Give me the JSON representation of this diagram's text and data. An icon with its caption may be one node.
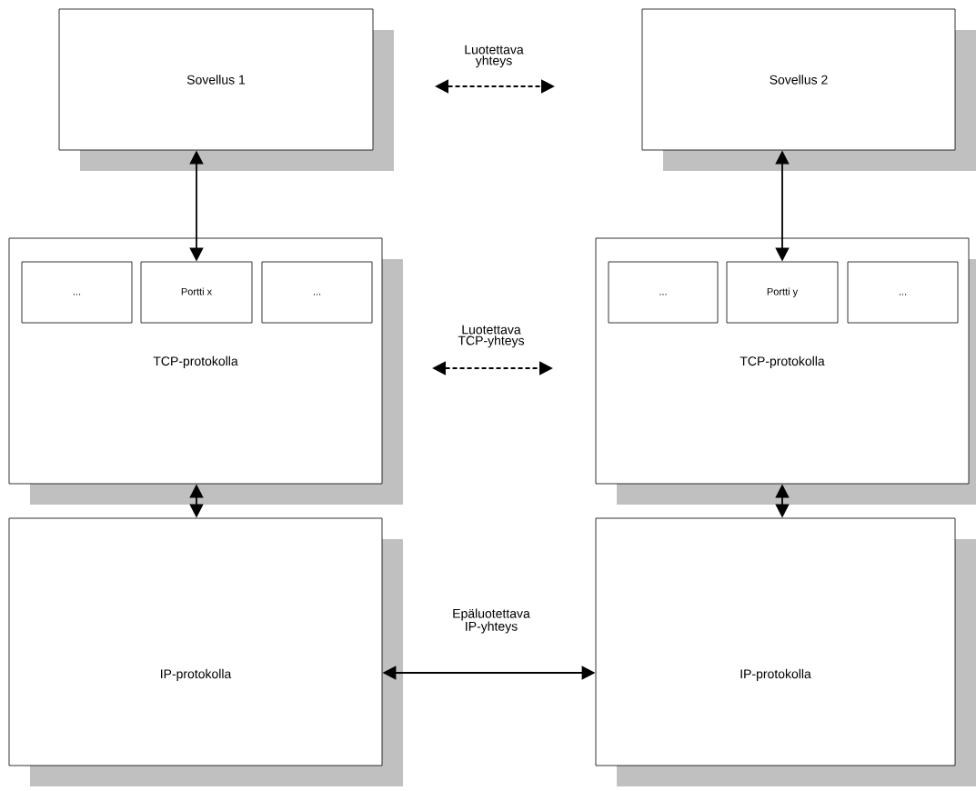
{
  "diagram": {
    "nodes": [
      {
        "text": [
          "Sovellus 1"
        ]
      },
      {
        "text": [
          "Sovellus 2"
        ]
      },
      {
        "text": [
          "TCP-protokolla"
        ]
      },
      {
        "text": [
          "..."
        ],
        "in": 2
      },
      {
        "text": [
          "Portti x"
        ],
        "in": 2
      },
      {
        "text": [
          "..."
        ],
        "in": 2
      },
      {
        "text": [
          "TCP-protokolla"
        ]
      },
      {
        "text": [
          "..."
        ],
        "in": 6
      },
      {
        "text": [
          "Portti y"
        ],
        "in": 6
      },
      {
        "text": [
          "..."
        ],
        "in": 6
      },
      {
        "text": [
          "IP-protokolla"
        ]
      },
      {
        "text": [
          "IP-protokolla"
        ]
      }
    ],
    "edges": [
      {
        "from": 0,
        "to": 4,
        "arrow": "both"
      },
      {
        "from": 1,
        "to": 8,
        "arrow": "both"
      },
      {
        "from": 2,
        "to": 10,
        "arrow": "both"
      },
      {
        "from": 6,
        "to": 11,
        "arrow": "both"
      },
      {
        "from": 10,
        "to": 11,
        "arrow": "both",
        "label": "Epäluotettava IP-yhteys"
      }
    ],
    "labels": [
      "Luotettava yhteys",
      "Luotettava TCP-yhteys"
    ]
  }
}
